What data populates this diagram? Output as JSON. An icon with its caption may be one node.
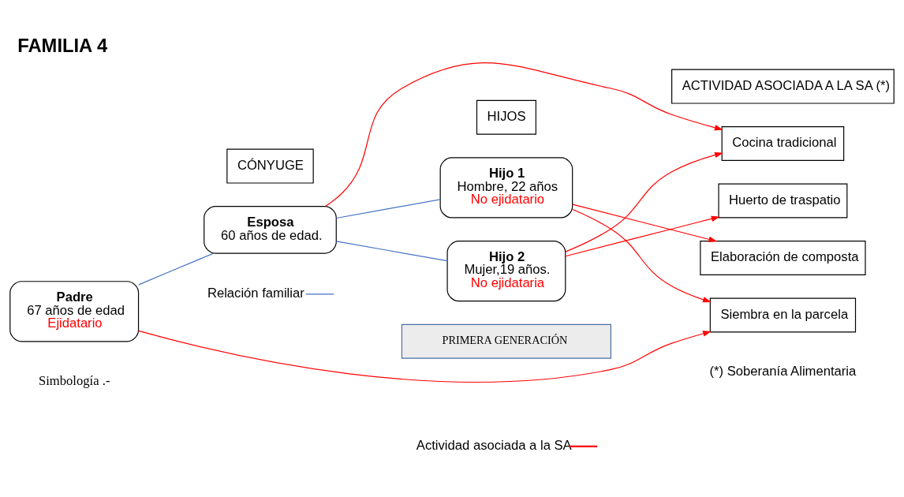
{
  "diagram": {
    "title": "FAMILIA 4",
    "nodes": [
      {
        "text": [
          "CÓNYUGE"
        ]
      },
      {
        "text": [
          "HIJOS"
        ]
      },
      {
        "text": [
          "ACTIVIDAD ASOCIADA A LA SA (*)"
        ]
      },
      {
        "text": [
          "Padre",
          "67 años de edad",
          "Ejidatario"
        ]
      },
      {
        "text": [
          "Esposa",
          "60 años de edad."
        ]
      },
      {
        "text": [
          "Hijo 1",
          "Hombre, 22 años",
          "No ejidatario"
        ]
      },
      {
        "text": [
          "Hijo 2",
          "Mujer,19 años.",
          "No ejidataria"
        ]
      },
      {
        "text": [
          "Cocina tradicional"
        ]
      },
      {
        "text": [
          "Huerto de traspatio"
        ]
      },
      {
        "text": [
          "Elaboración de composta"
        ]
      },
      {
        "text": [
          "Siembra en la parcela"
        ]
      },
      {
        "text": [
          "PRIMERA GENERACIÓN"
        ]
      }
    ],
    "edges": [
      {
        "from": 3,
        "to": 4,
        "arrow": "none",
        "color": "#4472c4"
      },
      {
        "from": 4,
        "to": 5,
        "arrow": "none",
        "color": "#4472c4"
      },
      {
        "from": 4,
        "to": 6,
        "arrow": "none",
        "color": "#4472c4"
      },
      {
        "from": 4,
        "to": 7,
        "arrow": "to"
      },
      {
        "from": 6,
        "to": 7,
        "arrow": "to"
      },
      {
        "from": 6,
        "to": 8,
        "arrow": "to"
      },
      {
        "from": 5,
        "to": 9,
        "arrow": "to"
      },
      {
        "from": 5,
        "to": 10,
        "arrow": "to"
      },
      {
        "from": 3,
        "to": 10,
        "arrow": "to"
      }
    ],
    "labels": [
      "Simbología .-",
      "(*) Soberanía Alimentaria"
    ],
    "legend": [
      {
        "text": "Relación familiar"
      },
      {
        "text": "Actividad asociada a la SA"
      }
    ]
  }
}
